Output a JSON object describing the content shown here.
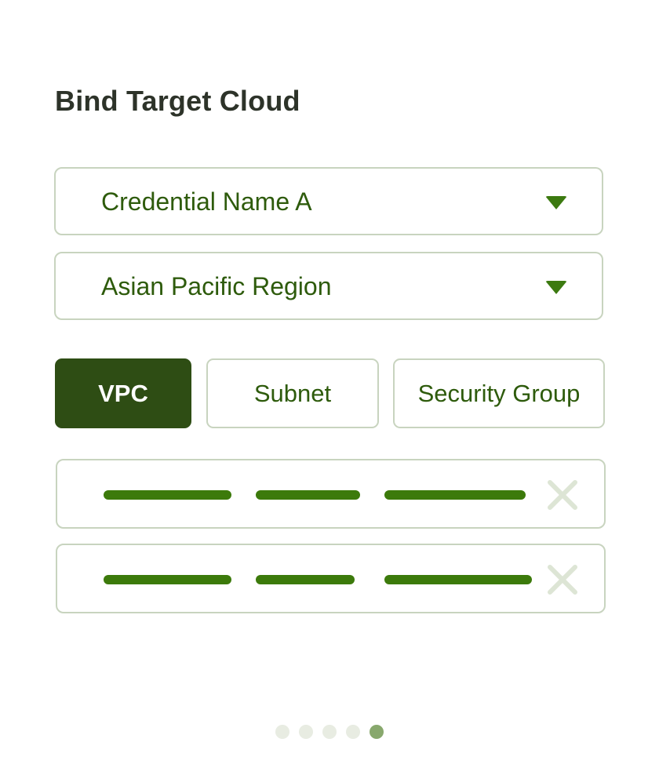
{
  "header": {
    "title": "Bind Target Cloud"
  },
  "form": {
    "credential": {
      "selected": "Credential Name A",
      "icon": "caret-down-icon"
    },
    "region": {
      "selected": "Asian Pacific Region",
      "icon": "caret-down-icon"
    }
  },
  "tabs": [
    {
      "label": "VPC",
      "active": true
    },
    {
      "label": "Subnet",
      "active": false
    },
    {
      "label": "Security Group",
      "active": false
    }
  ],
  "rows": [
    {
      "remove_icon": "close-icon"
    },
    {
      "remove_icon": "close-icon"
    }
  ],
  "pagination": {
    "total": 5,
    "current": 5
  },
  "colors": {
    "accent_dark": "#2e4d14",
    "accent": "#3c7a0b",
    "text_green": "#2e5b0c",
    "border": "#c8d4bf",
    "icon_muted": "#dde5d5",
    "dot_inactive": "#e8ece2",
    "dot_active": "#88a86d"
  }
}
